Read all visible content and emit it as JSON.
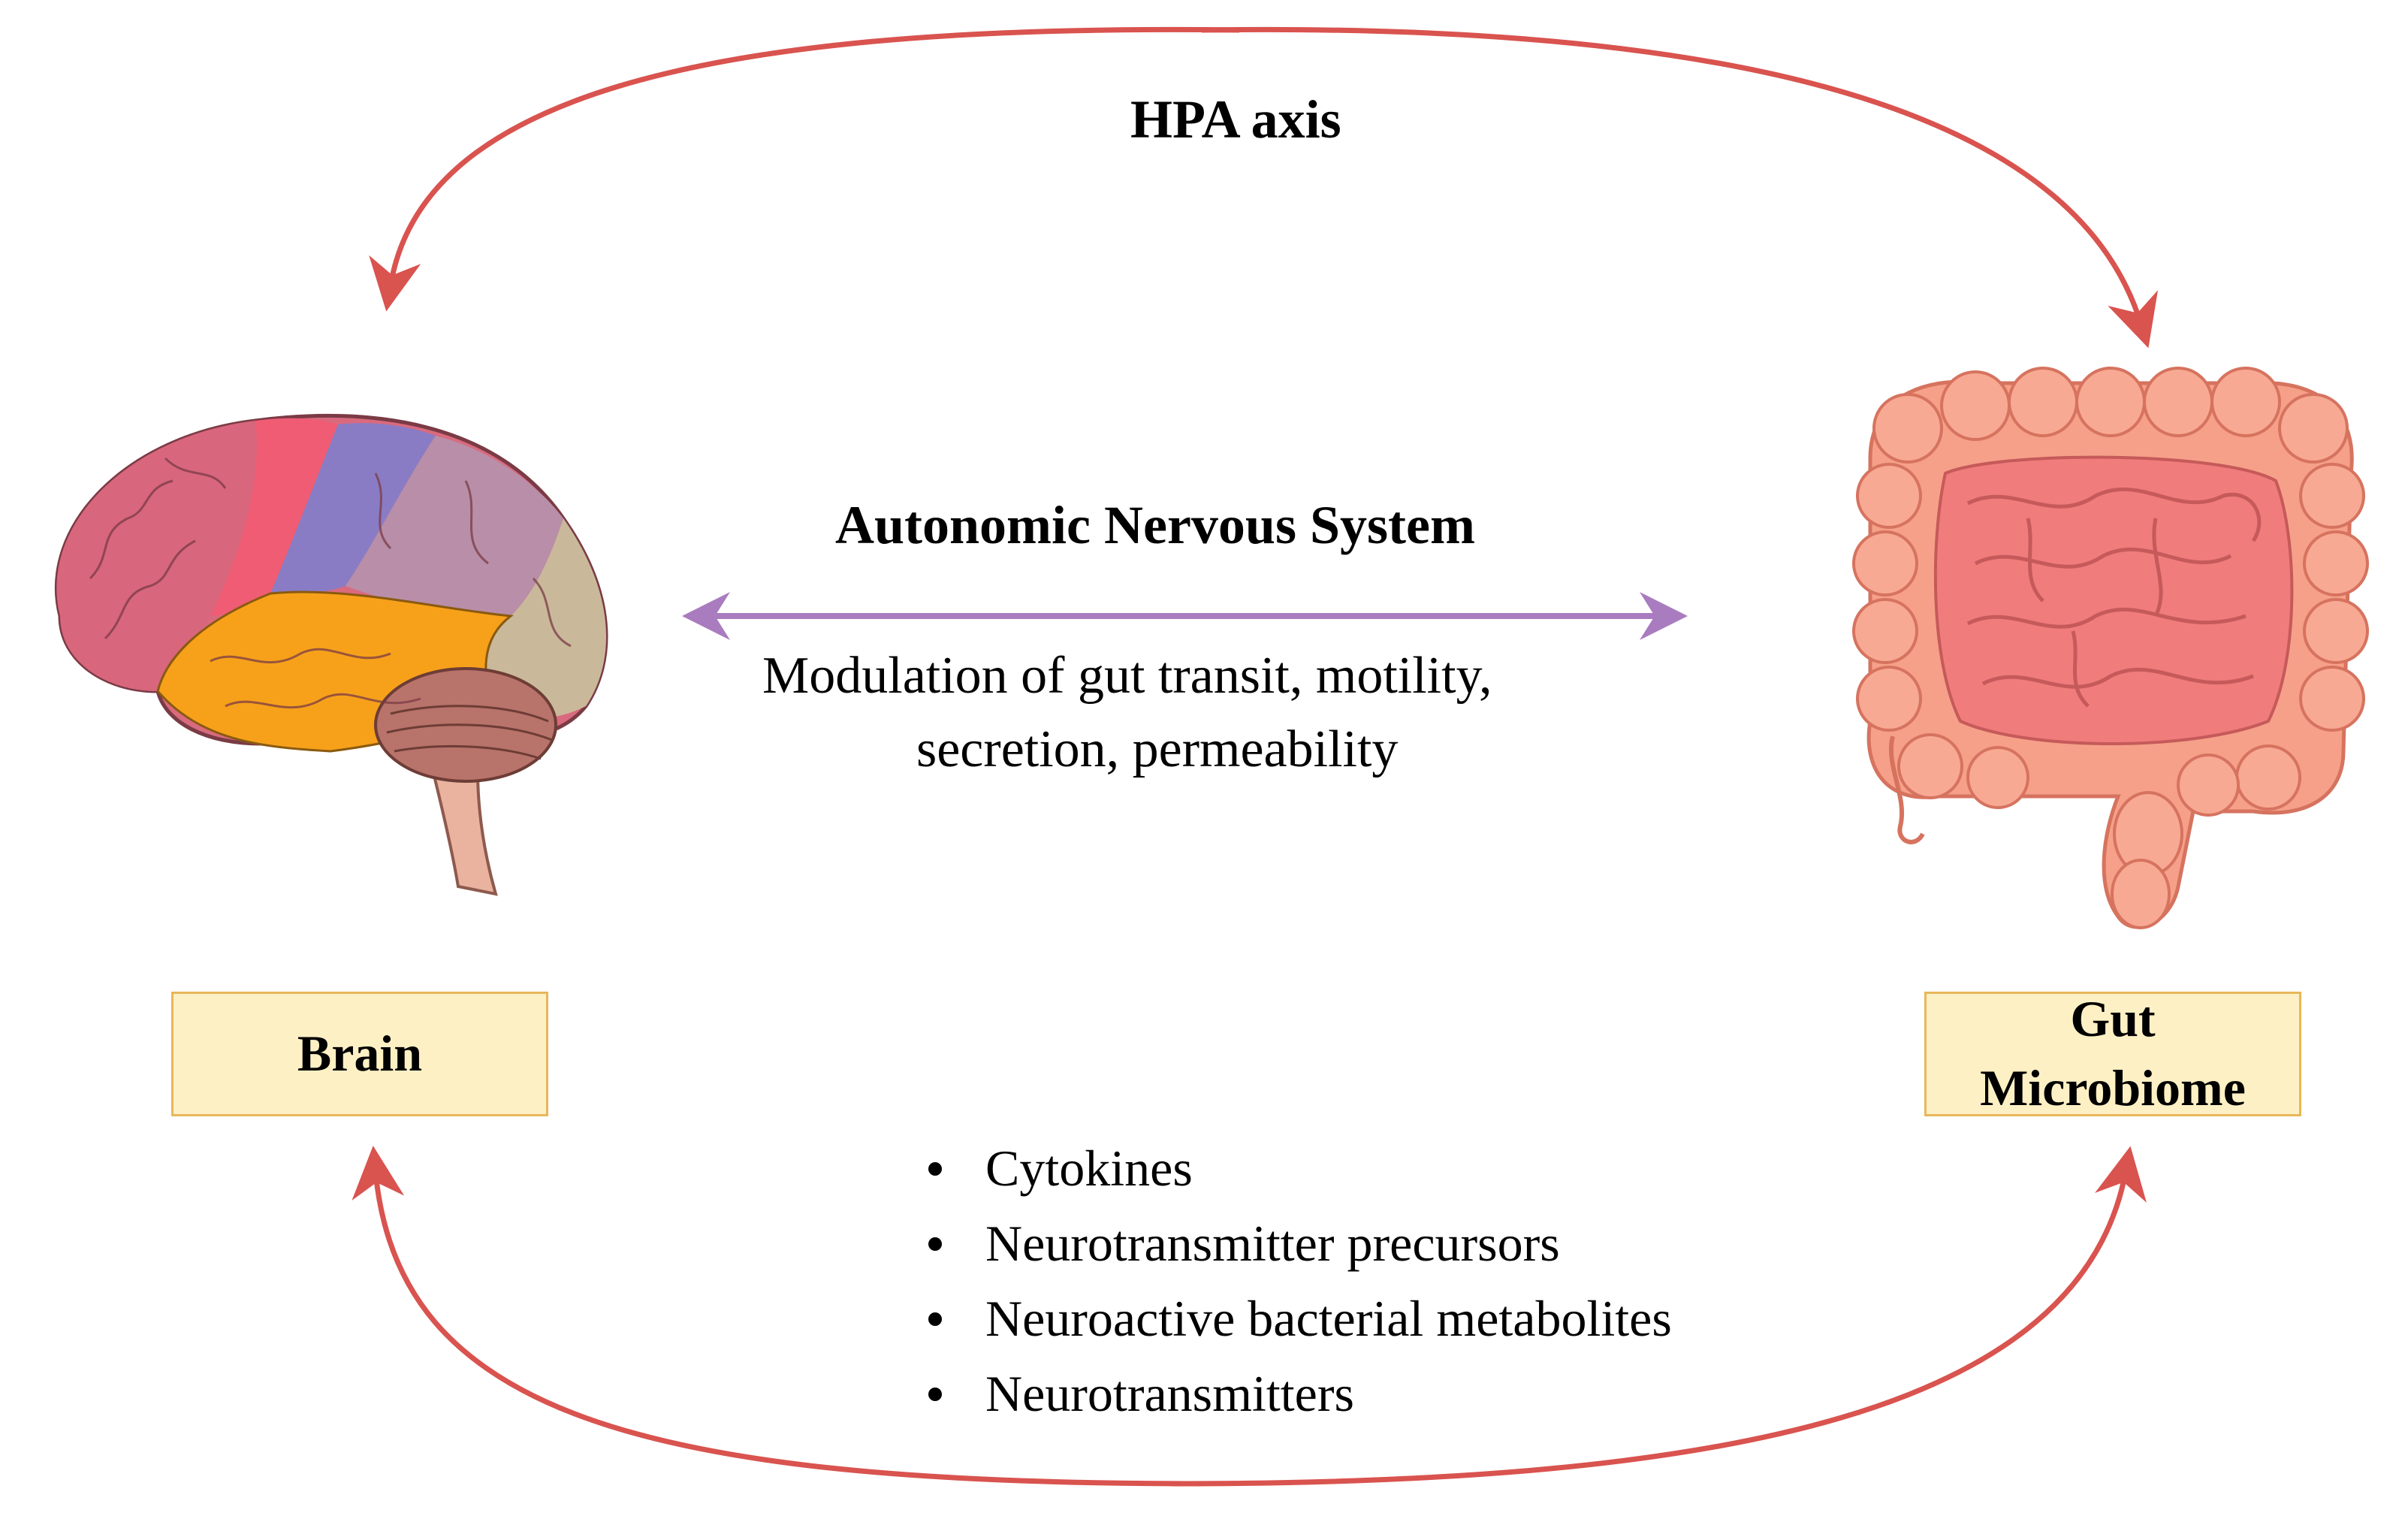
{
  "hpa_label": "HPA axis",
  "ans": {
    "title": "Autonomic Nervous System",
    "line1": "Modulation of gut transit, motility,",
    "line2": "secretion, permeability"
  },
  "brain_label": "Brain",
  "gut_label": {
    "line1": "Gut",
    "line2": "Microbiome"
  },
  "factors": [
    "Cytokines",
    "Neurotransmitter precursors",
    "Neuroactive bacterial metabolites",
    "Neurotransmitters"
  ],
  "colors": {
    "hpa_arrow": "#d9534f",
    "ans_arrow": "#a97bbf",
    "label_fill": "#fdf0c4",
    "label_border": "#e8b75a"
  },
  "icons": {
    "brain": "brain-illustration",
    "gut": "intestine-illustration"
  }
}
